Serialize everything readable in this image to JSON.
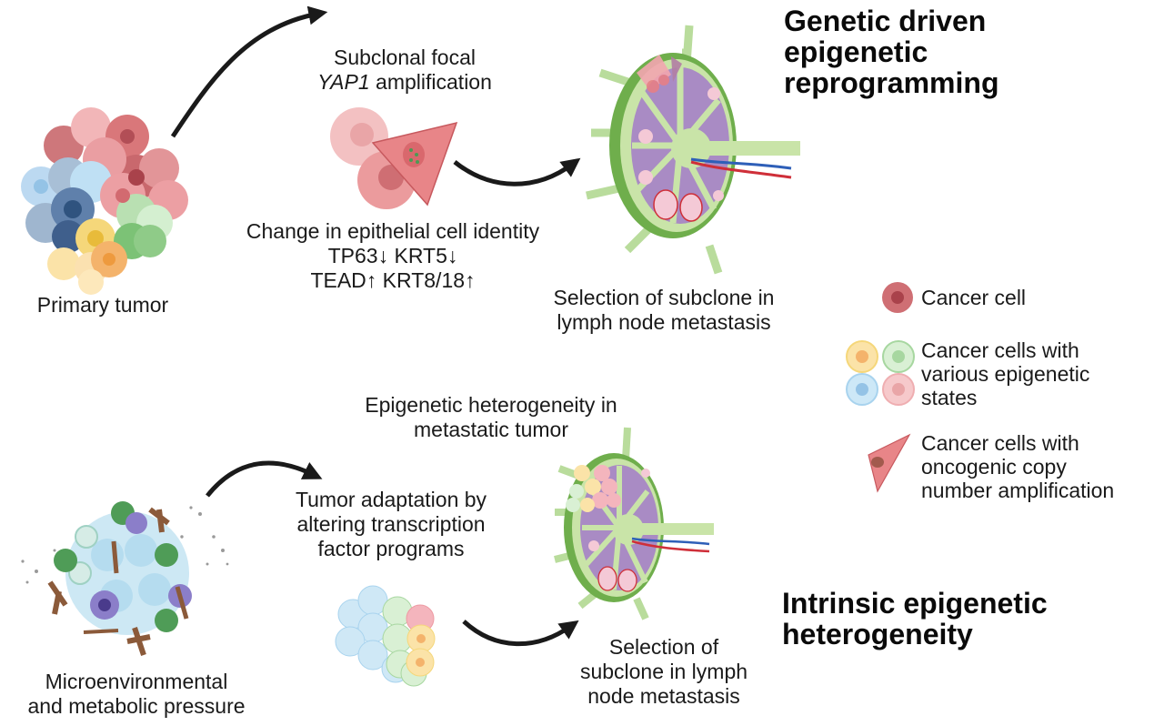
{
  "section_titles": {
    "top": [
      "Genetic driven",
      "epigenetic",
      "reprogramming"
    ],
    "bottom": [
      "Intrinsic epigenetic",
      "heterogeneity"
    ]
  },
  "top_flow": {
    "primary_tumor_label": "Primary tumor",
    "amplification_label_line1": "Subclonal focal",
    "amplification_gene": "YAP1",
    "amplification_label_line2_rest": " amplification",
    "identity_change_label": "Change in epithelial cell identity",
    "markers_line1": "TP63↓  KRT5↓",
    "markers_line2": "TEAD↑  KRT8/18↑",
    "selection_label": [
      "Selection of subclone in",
      "lymph node metastasis"
    ]
  },
  "bottom_flow": {
    "microenv_label": [
      "Microenvironmental",
      "and metabolic pressure"
    ],
    "heterogeneity_label": [
      "Epigenetic heterogeneity in",
      "metastatic tumor"
    ],
    "adaptation_label": [
      "Tumor adaptation by",
      "altering transcription",
      "factor programs"
    ],
    "selection_label": [
      "Selection of",
      "subclone in lymph",
      "node metastasis"
    ]
  },
  "legend": [
    {
      "icon": "cancer-cell-icon",
      "label": [
        "Cancer cell"
      ]
    },
    {
      "icon": "epigenetic-states-cells-icon",
      "label": [
        "Cancer cells with",
        "various epigenetic",
        "states"
      ]
    },
    {
      "icon": "amplified-cell-icon",
      "label": [
        "Cancer cells with",
        "oncogenic copy",
        "number amplification"
      ]
    }
  ],
  "colors": {
    "cancer_red": "#d9777a",
    "cancer_dark": "#b4474f",
    "pink": "#f2b6b8",
    "blue": "#b9dcf0",
    "dark_blue": "#4a6f9c",
    "yellow": "#f5d77a",
    "orange": "#f4b36b",
    "green": "#a7d7a0",
    "dark_green": "#4f9c57",
    "node_green": "#6fae4c",
    "node_light": "#c9e4a8",
    "node_purple": "#a98bc4",
    "arrow": "#1a1a1a"
  }
}
